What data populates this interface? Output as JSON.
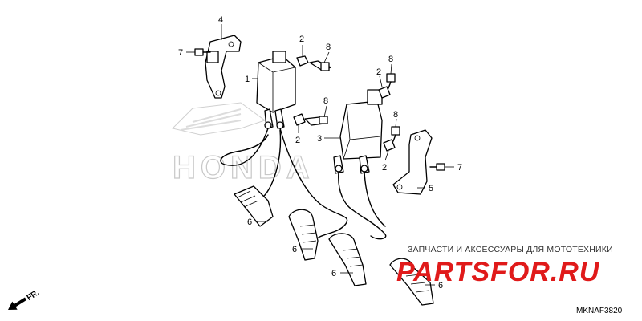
{
  "diagram": {
    "brand_background": "HONDA",
    "callouts": [
      {
        "id": "c4",
        "label": "4"
      },
      {
        "id": "c7a",
        "label": "7"
      },
      {
        "id": "c1",
        "label": "1"
      },
      {
        "id": "c2a",
        "label": "2"
      },
      {
        "id": "c8a",
        "label": "8"
      },
      {
        "id": "c2b",
        "label": "2"
      },
      {
        "id": "c8b",
        "label": "8"
      },
      {
        "id": "c8c",
        "label": "8"
      },
      {
        "id": "c2c",
        "label": "2"
      },
      {
        "id": "c8d",
        "label": "8"
      },
      {
        "id": "c3",
        "label": "3"
      },
      {
        "id": "c2d",
        "label": "2"
      },
      {
        "id": "c7b",
        "label": "7"
      },
      {
        "id": "c5",
        "label": "5"
      },
      {
        "id": "c6a",
        "label": "6"
      },
      {
        "id": "c6b",
        "label": "6"
      },
      {
        "id": "c6c",
        "label": "6"
      },
      {
        "id": "c6d",
        "label": "6"
      }
    ],
    "direction_label": "FR.",
    "diagram_code": "MKNAF3820"
  },
  "watermark": {
    "caption": "ЗАПЧАСТИ И АКСЕССУАРЫ ДЛЯ МОТОТЕХНИКИ",
    "logo": "PARTSFOR.RU",
    "logo_color": "#e01a1a"
  }
}
